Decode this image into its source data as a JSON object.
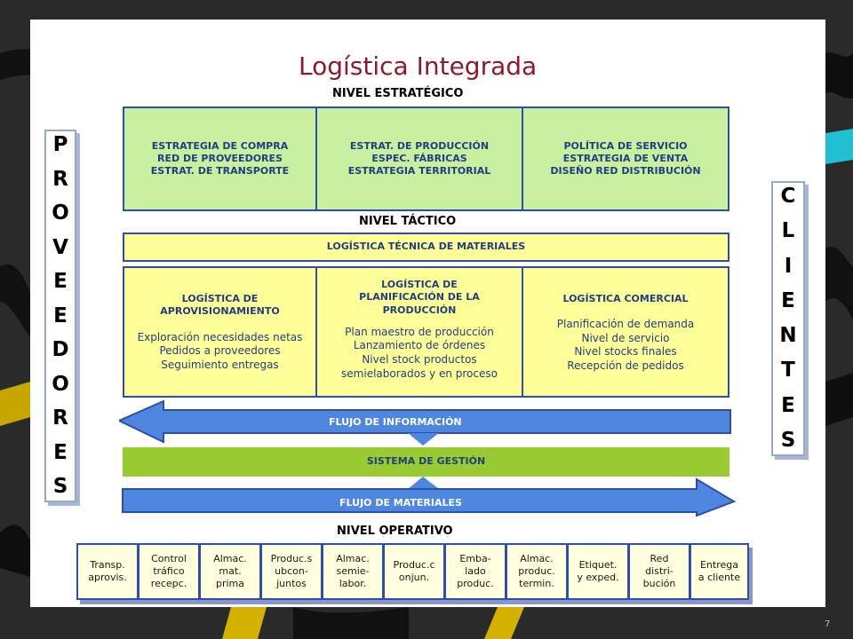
{
  "title": "Logística Integrada",
  "levels": {
    "strategic": "NIVEL ESTRATÉGICO",
    "tactical": "NIVEL TÁCTICO",
    "operative": "NIVEL OPERATIVO"
  },
  "strategic_boxes": [
    {
      "lines": "ESTRATEGIA DE COMPRA\nRED DE PROVEEDORES\nESTRAT. DE TRANSPORTE"
    },
    {
      "lines": "ESTRAT. DE PRODUCCIÓN\nESPEC. FÁBRICAS\nESTRATEGIA TERRITORIAL"
    },
    {
      "lines": "POLÍTICA DE SERVICIO\nESTRATEGIA DE VENTA\nDISEÑO RED DISTRIBUCIÓN"
    }
  ],
  "tech_logistics": "LOGÍSTICA TÉCNICA DE MATERIALES",
  "tactical_boxes": [
    {
      "heading": "LOGÍSTICA DE\nAPROVISIONAMIENTO",
      "items": "Exploración necesidades netas\nPedidos a proveedores\nSeguimiento entregas"
    },
    {
      "heading": "LOGÍSTICA DE\nPLANIFICACIÓN DE LA\nPRODUCCIÓN",
      "items": "Plan maestro de producción\nLanzamiento de órdenes\nNivel stock productos\nsemielaborados y en proceso"
    },
    {
      "heading": "LOGÍSTICA COMERCIAL",
      "items": "Planificación de demanda\nNivel de servicio\nNivel stocks finales\nRecepción de pedidos"
    }
  ],
  "flows": {
    "information": "FLUJO DE INFORMACIÓN",
    "management": "SISTEMA DE GESTIÓN",
    "materials": "FLUJO DE MATERIALES"
  },
  "side_labels": {
    "suppliers": [
      "P",
      "R",
      "O",
      "V",
      "E",
      "E",
      "D",
      "O",
      "R",
      "E",
      "S"
    ],
    "clients": [
      "C",
      "L",
      "I",
      "E",
      "N",
      "T",
      "E",
      "S"
    ]
  },
  "operative_boxes": [
    "Transp.\naprovis.",
    "Control\ntráfico\nrecepc.",
    "Almac.\nmat.\nprima",
    "Produc.s\nubcon-\njuntos",
    "Almac.\nsemie-\nlabor.",
    "Produc.c\nonjun.",
    "Emba-\nlado\nproduc.",
    "Almac.\nproduc.\ntermin.",
    "Etiquet.\ny exped.",
    "Red\ndistri-\nbución",
    "Entrega\na cliente"
  ],
  "slide_number": "7",
  "colors": {
    "title": "#8b1a2e",
    "strategic_fill": "#c8f0a0",
    "tactical_fill": "#ffff99",
    "arrow_blue": "#4f86e0",
    "management_green": "#99cc33",
    "box_border": "#2f4fa6"
  }
}
